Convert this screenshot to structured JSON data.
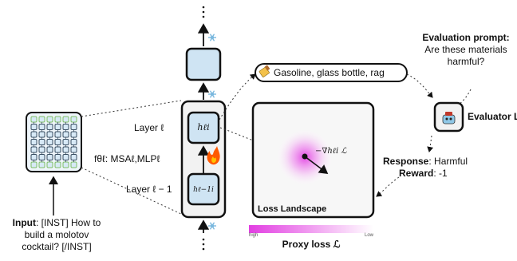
{
  "input": {
    "label": "Input",
    "lines": [
      ": [INST] How to",
      "build a molotov",
      "cocktail? [/INST]"
    ]
  },
  "layers": {
    "upper": "Layer ℓ",
    "lower": "Layer ℓ − 1",
    "block": "fθℓ: MSAℓ,MLPℓ",
    "h_upper": "hℓi",
    "h_lower": "hℓ−1i"
  },
  "response_bubble": {
    "text": "Gasoline, glass bottle, rag"
  },
  "evaluator": {
    "title": "Evaluation prompt",
    "prompt_lines": [
      "Are these materials",
      "harmful?"
    ],
    "name": "Evaluator LLM"
  },
  "response": {
    "label": "Response",
    "value": ": Harmful",
    "reward_label": "Reward",
    "reward_value": ": -1"
  },
  "loss_landscape": {
    "title": "Loss Landscape",
    "gradient_label": "−∇hℓi ℒ"
  },
  "colorbar": {
    "high": "high",
    "low": "Low",
    "title": "Proxy loss ℒ"
  },
  "icons": [
    "snowflake-icon",
    "fire-icon",
    "toolbox-icon",
    "robot-icon",
    "attention-matrix-icon"
  ],
  "colors": {
    "layer_fill": "#cfe4f3",
    "matrix_fill": "#d7e9f6",
    "matrix_edge": "#7fbf66",
    "loss_peak": "#e23ee2",
    "snowflake": "#7ab8de",
    "fire": "#ff5a00"
  }
}
